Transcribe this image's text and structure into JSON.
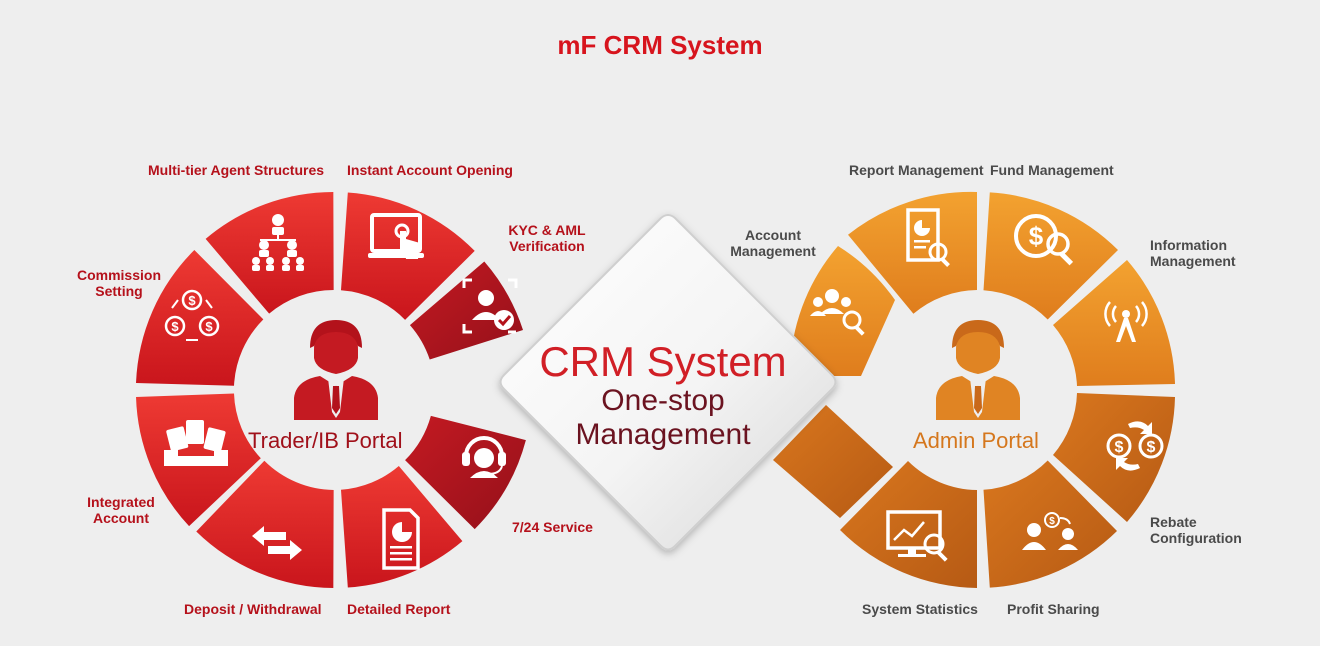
{
  "title": "mF CRM System",
  "colors": {
    "title": "#d7141d",
    "left_segment": "#e12a2a",
    "left_segment_dark": "#b3121b",
    "right_segment": "#ee9320",
    "right_segment_dark": "#c9691a",
    "center_text_red": "#d11f26",
    "center_text_dark": "#6b1320",
    "label_red": "#b5111b",
    "label_gray": "#4a4a4a"
  },
  "center": {
    "title": "CRM System",
    "subtitle_line1": "One-stop",
    "subtitle_line2": "Management"
  },
  "left_portal": {
    "label": "Trader/IB Portal",
    "items": [
      {
        "label": "Multi-tier Agent Structures",
        "icon": "org-chart-icon"
      },
      {
        "label": "Instant Account Opening",
        "icon": "touch-screen-icon"
      },
      {
        "label_line1": "KYC & AML",
        "label_line2": "Verification",
        "icon": "id-verify-icon"
      },
      {
        "label": "7/24 Service",
        "icon": "headset-icon"
      },
      {
        "label": "Detailed Report",
        "icon": "report-icon"
      },
      {
        "label": "Deposit / Withdrawal",
        "icon": "transfer-arrows-icon"
      },
      {
        "label_line1": "Integrated",
        "label_line2": "Account",
        "icon": "accounts-tray-icon"
      },
      {
        "label_line1": "Commission",
        "label_line2": "Setting",
        "icon": "commission-cycle-icon"
      }
    ]
  },
  "right_portal": {
    "label": "Admin Portal",
    "items": [
      {
        "label": "Report Management",
        "icon": "report-search-icon"
      },
      {
        "label": "Fund Management",
        "icon": "fund-search-icon"
      },
      {
        "label_line1": "Information",
        "label_line2": "Management",
        "icon": "antenna-icon"
      },
      {
        "label_line1": "Rebate",
        "label_line2": "Configuration",
        "icon": "rebate-cycle-icon"
      },
      {
        "label": "Profit Sharing",
        "icon": "profit-sharing-icon"
      },
      {
        "label": "System Statistics",
        "icon": "statistics-monitor-icon"
      },
      {
        "label_line1": "Account",
        "label_line2": "Management",
        "icon": "group-search-icon"
      }
    ]
  }
}
